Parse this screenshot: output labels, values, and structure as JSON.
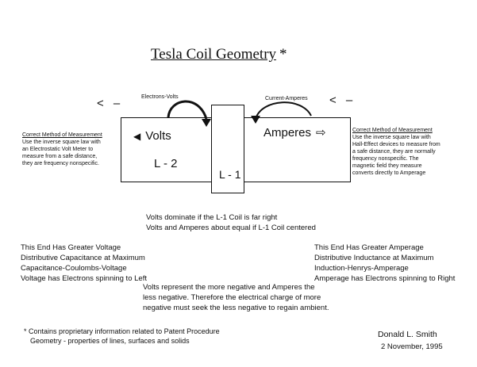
{
  "title": "Tesla Coil Geometry",
  "title_mark": "*",
  "left_arrow_mark": "< –",
  "right_arrow_mark": "< –",
  "label_electrons_volts": "Electrons-Volts",
  "label_current_amperes": "Current-Amperes",
  "volts_label": "Volts",
  "volts_arrow": "◀",
  "amperes_label": "Amperes",
  "amperes_arrow": "⇨",
  "l2_label": "L - 2",
  "l1_label": "L - 1",
  "left_note": {
    "heading": "Correct Method of Measurement",
    "lines": [
      "Use the inverse square law with",
      "an Electrostatic Volt Meter to",
      "measure from a safe distance,",
      "they are frequency nonspecific."
    ]
  },
  "right_note": {
    "heading": "Correct Method of Measurement",
    "lines": [
      "Use the inverse square law with",
      "Hall-Effect devices to measure from",
      "a safe distance, they are normally",
      "frequency nonspecific. The",
      "magnetic field they measure",
      "converts directly to Amperage"
    ]
  },
  "center_lines": [
    "Volts dominate if the L-1 Coil is far right",
    "Volts and Amperes about equal if L-1 Coil centered"
  ],
  "left_end": [
    "This End Has Greater Voltage",
    "Distributive Capacitance at Maximum",
    "Capacitance-Coulombs-Voltage",
    "Voltage has Electrons spinning to Left"
  ],
  "right_end": [
    "This End Has Greater Amperage",
    "Distributive Inductance at Maximum",
    "Induction-Henrys-Amperage",
    "Amperage has Electrons spinning to Right"
  ],
  "bottom_center": [
    "Volts represent the more negative and Amperes the",
    "less negative. Therefore the electrical charge of more",
    "negative must seek the less negative to regain ambient."
  ],
  "footnote": [
    "* Contains proprietary information related to Patent Procedure",
    "Geometry - properties of lines, surfaces and solids"
  ],
  "author": "Donald L. Smith",
  "date": "2 November, 1995"
}
